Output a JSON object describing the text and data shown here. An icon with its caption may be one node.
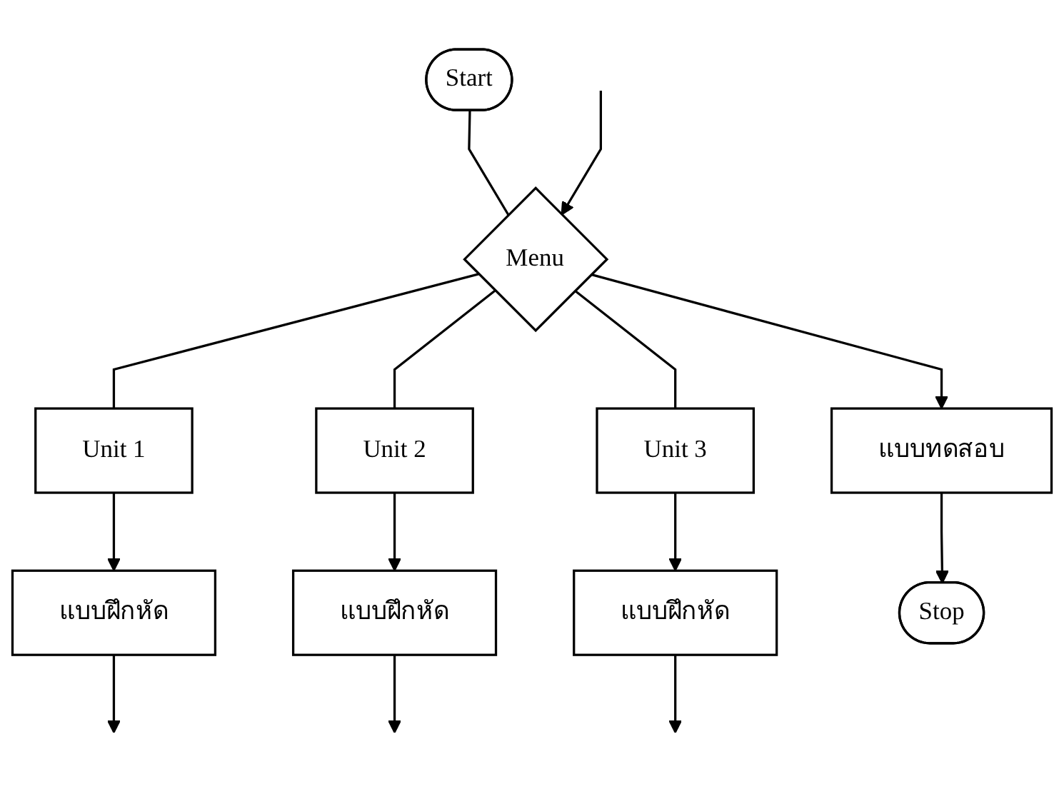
{
  "diagram": {
    "nodes": [
      {
        "text": [
          "Start"
        ]
      },
      {
        "text": [
          "Menu"
        ]
      },
      {
        "text": [
          "Unit 1"
        ]
      },
      {
        "text": [
          "Unit 2"
        ]
      },
      {
        "text": [
          "Unit 3"
        ]
      },
      {
        "text": [
          "แบบทดสอบ"
        ]
      },
      {
        "text": [
          "แบบฝึกหัด"
        ]
      },
      {
        "text": [
          "แบบฝึกหัด"
        ]
      },
      {
        "text": [
          "แบบฝึกหัด"
        ]
      },
      {
        "text": [
          "Stop"
        ]
      }
    ],
    "edges": [
      {
        "from": 0,
        "to": 1,
        "arrow": "none"
      },
      {
        "from": null,
        "to": 1,
        "arrow": "to"
      },
      {
        "from": 1,
        "to": 2,
        "arrow": "none"
      },
      {
        "from": 1,
        "to": 3,
        "arrow": "none"
      },
      {
        "from": 1,
        "to": 4,
        "arrow": "none"
      },
      {
        "from": 1,
        "to": 5,
        "arrow": "to"
      },
      {
        "from": 2,
        "to": 6,
        "arrow": "to"
      },
      {
        "from": 3,
        "to": 7,
        "arrow": "to"
      },
      {
        "from": 4,
        "to": 8,
        "arrow": "to"
      },
      {
        "from": 5,
        "to": 9,
        "arrow": "to"
      },
      {
        "from": 6,
        "to": null,
        "arrow": "to"
      },
      {
        "from": 7,
        "to": null,
        "arrow": "to"
      },
      {
        "from": 8,
        "to": null,
        "arrow": "to"
      }
    ]
  }
}
